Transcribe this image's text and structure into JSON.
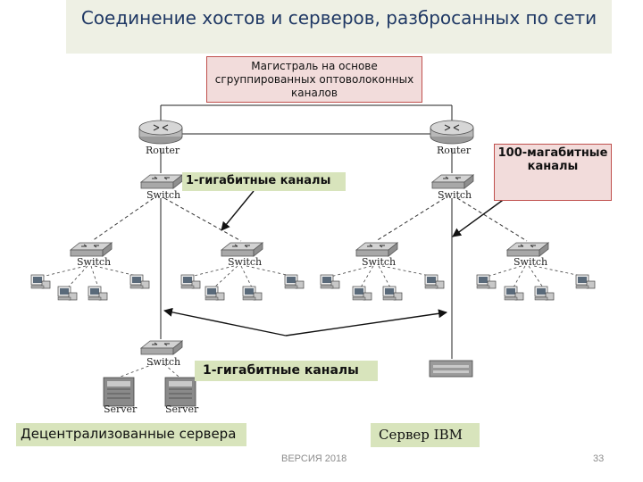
{
  "title": "Соединение хостов и серверов, разбросанных по сети",
  "backbone_label": "Магистраль на основе сгруппированных оптоволоконных каналов",
  "gigabit_label_top": "1-гигабитные каналы",
  "mbit_label": "100-магабитные каналы",
  "gigabit_label_bottom": "1-гигабитные каналы",
  "decentralized_label": "Децентрализованные сервера",
  "ibm_label": "Сервер IBM",
  "device_labels": {
    "router": "Router",
    "switch": "Switch",
    "server": "Server"
  },
  "footer": {
    "version": "ВЕРСИЯ 2018",
    "page_number": "33"
  },
  "colors": {
    "title": "#1f3864",
    "green_box": "#d8e4bc",
    "pink_box": "#f2dcdb",
    "pink_border": "#c0504d"
  }
}
